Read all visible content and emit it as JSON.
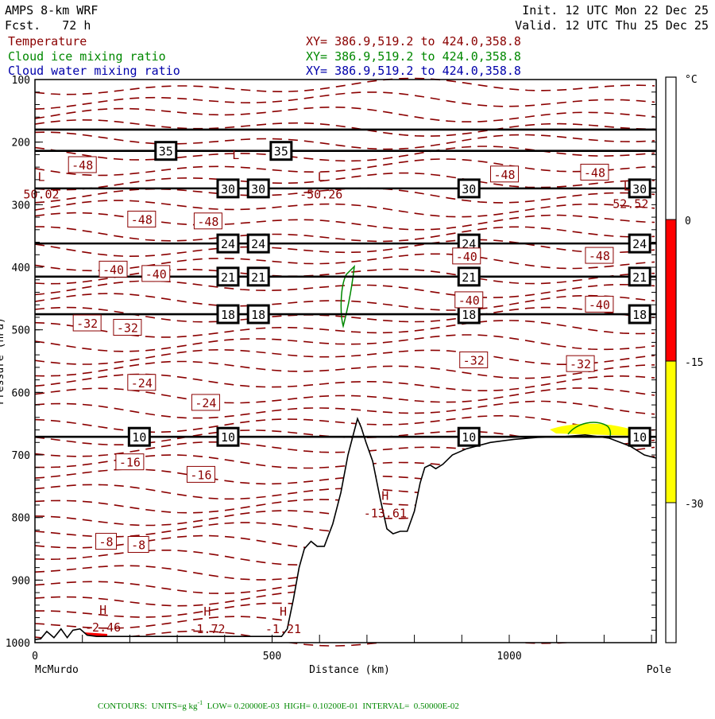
{
  "header": {
    "model": "AMPS 8-km WRF",
    "forecast": "Fcst.   72 h",
    "init": "Init. 12 UTC Mon 22 Dec 25",
    "valid": "Valid. 12 UTC Thu 25 Dec 25",
    "fields": [
      {
        "name": "Temperature",
        "xy": "XY= 386.9,519.2 to 424.0,358.8",
        "color": "#8b0000"
      },
      {
        "name": "Cloud ice mixing ratio",
        "xy": "XY= 386.9,519.2 to 424.0,358.8",
        "color": "#008800"
      },
      {
        "name": "Cloud water mixing ratio",
        "xy": "XY= 386.9,519.2 to 424.0,358.8",
        "color": "#0000aa"
      }
    ]
  },
  "footer": {
    "contours": "CONTOURS:  UNITS=g kg",
    "exp": "-1",
    "rest": "  LOW= 0.20000E-03  HIGH= 0.10200E-01  INTERVAL=  0.50000E-02"
  },
  "chart_data": {
    "type": "line",
    "title": "AMPS 8-km WRF cross section",
    "xlabel": "Distance (km)",
    "ylabel": "Pressure (hPa)",
    "xlim": [
      0,
      1310
    ],
    "ylim": [
      1000,
      100
    ],
    "x_ticks": [
      "0",
      "500",
      "1000"
    ],
    "x_tick_values": [
      0,
      500,
      1000
    ],
    "x_endpoints": {
      "left": "McMurdo",
      "right": "Pole"
    },
    "y_ticks": [
      "100",
      "200",
      "300",
      "400",
      "500",
      "600",
      "700",
      "800",
      "900",
      "1000"
    ],
    "terrain": [
      [
        0,
        995
      ],
      [
        12,
        994
      ],
      [
        25,
        982
      ],
      [
        40,
        992
      ],
      [
        55,
        978
      ],
      [
        68,
        992
      ],
      [
        80,
        980
      ],
      [
        95,
        978
      ],
      [
        110,
        988
      ],
      [
        130,
        990
      ],
      [
        300,
        990
      ],
      [
        400,
        990
      ],
      [
        520,
        990
      ],
      [
        532,
        978
      ],
      [
        545,
        930
      ],
      [
        557,
        880
      ],
      [
        568,
        850
      ],
      [
        582,
        838
      ],
      [
        595,
        846
      ],
      [
        610,
        846
      ],
      [
        628,
        810
      ],
      [
        645,
        760
      ],
      [
        660,
        700
      ],
      [
        672,
        665
      ],
      [
        680,
        642
      ],
      [
        688,
        656
      ],
      [
        698,
        680
      ],
      [
        712,
        710
      ],
      [
        728,
        770
      ],
      [
        742,
        818
      ],
      [
        755,
        826
      ],
      [
        770,
        822
      ],
      [
        785,
        822
      ],
      [
        800,
        790
      ],
      [
        812,
        745
      ],
      [
        822,
        720
      ],
      [
        833,
        716
      ],
      [
        845,
        722
      ],
      [
        860,
        715
      ],
      [
        880,
        700
      ],
      [
        910,
        690
      ],
      [
        960,
        680
      ],
      [
        1010,
        675
      ],
      [
        1060,
        672
      ],
      [
        1110,
        671
      ],
      [
        1160,
        668
      ],
      [
        1210,
        673
      ],
      [
        1255,
        686
      ],
      [
        1285,
        700
      ],
      [
        1310,
        705
      ]
    ],
    "isentropes": [
      {
        "p": 180,
        "labels": []
      },
      {
        "p": 214,
        "label": "35",
        "at": [
          276,
          519
        ]
      },
      {
        "p": 274,
        "label": "30",
        "at": [
          407,
          471,
          915,
          1275
        ]
      },
      {
        "p": 362,
        "label": "24",
        "at": [
          407,
          471,
          915,
          1275
        ]
      },
      {
        "p": 415,
        "label": "21",
        "at": [
          407,
          471,
          915,
          1275
        ]
      },
      {
        "p": 475,
        "label": "18",
        "at": [
          407,
          471,
          915,
          1275
        ]
      },
      {
        "p": 671,
        "label": "10",
        "at": [
          220,
          407,
          915,
          1275
        ]
      }
    ],
    "temperature_labels": [
      {
        "t": "-48",
        "x": 100,
        "p": 236
      },
      {
        "t": "-48",
        "x": 225,
        "p": 323
      },
      {
        "t": "-48",
        "x": 365,
        "p": 326
      },
      {
        "t": "-48",
        "x": 990,
        "p": 251
      },
      {
        "t": "-48",
        "x": 1180,
        "p": 248
      },
      {
        "t": "-48",
        "x": 1190,
        "p": 381
      },
      {
        "t": "-40",
        "x": 910,
        "p": 382
      },
      {
        "t": "-40",
        "x": 165,
        "p": 403
      },
      {
        "t": "-40",
        "x": 255,
        "p": 410
      },
      {
        "t": "-40",
        "x": 915,
        "p": 452
      },
      {
        "t": "-40",
        "x": 1190,
        "p": 459
      },
      {
        "t": "-32",
        "x": 110,
        "p": 489
      },
      {
        "t": "-32",
        "x": 195,
        "p": 496
      },
      {
        "t": "-32",
        "x": 925,
        "p": 548
      },
      {
        "t": "-32",
        "x": 1150,
        "p": 554
      },
      {
        "t": "-24",
        "x": 225,
        "p": 584
      },
      {
        "t": "-24",
        "x": 360,
        "p": 616
      },
      {
        "t": "-16",
        "x": 200,
        "p": 711
      },
      {
        "t": "-16",
        "x": 350,
        "p": 731
      },
      {
        "t": "-8",
        "x": 150,
        "p": 838
      },
      {
        "t": "-8",
        "x": 218,
        "p": 843
      }
    ],
    "extrema": [
      {
        "k": "L",
        "v": "50.02",
        "x": 0,
        "p": 290
      },
      {
        "k": "L",
        "v": "-50.26",
        "x": 590,
        "p": 290
      },
      {
        "k": "L",
        "v": "-52.52",
        "x": 1235,
        "p": 305
      },
      {
        "k": "L",
        "v": "",
        "x": 410,
        "p": 255
      },
      {
        "k": "H",
        "v": "-13.61",
        "x": 725,
        "p": 800
      },
      {
        "k": "H",
        "v": "-2.46",
        "x": 130,
        "p": 982
      },
      {
        "k": "H",
        "v": "-1.72",
        "x": 350,
        "p": 985
      },
      {
        "k": "H",
        "v": "-1.21",
        "x": 510,
        "p": 985
      }
    ],
    "colorbar": {
      "unit": "°C",
      "segments": [
        {
          "from": 0,
          "to": -15,
          "color": "#ff0000"
        },
        {
          "from": -15,
          "to": -30,
          "color": "#ffff00"
        }
      ],
      "labels": [
        "0",
        "-15",
        "-30"
      ]
    }
  }
}
